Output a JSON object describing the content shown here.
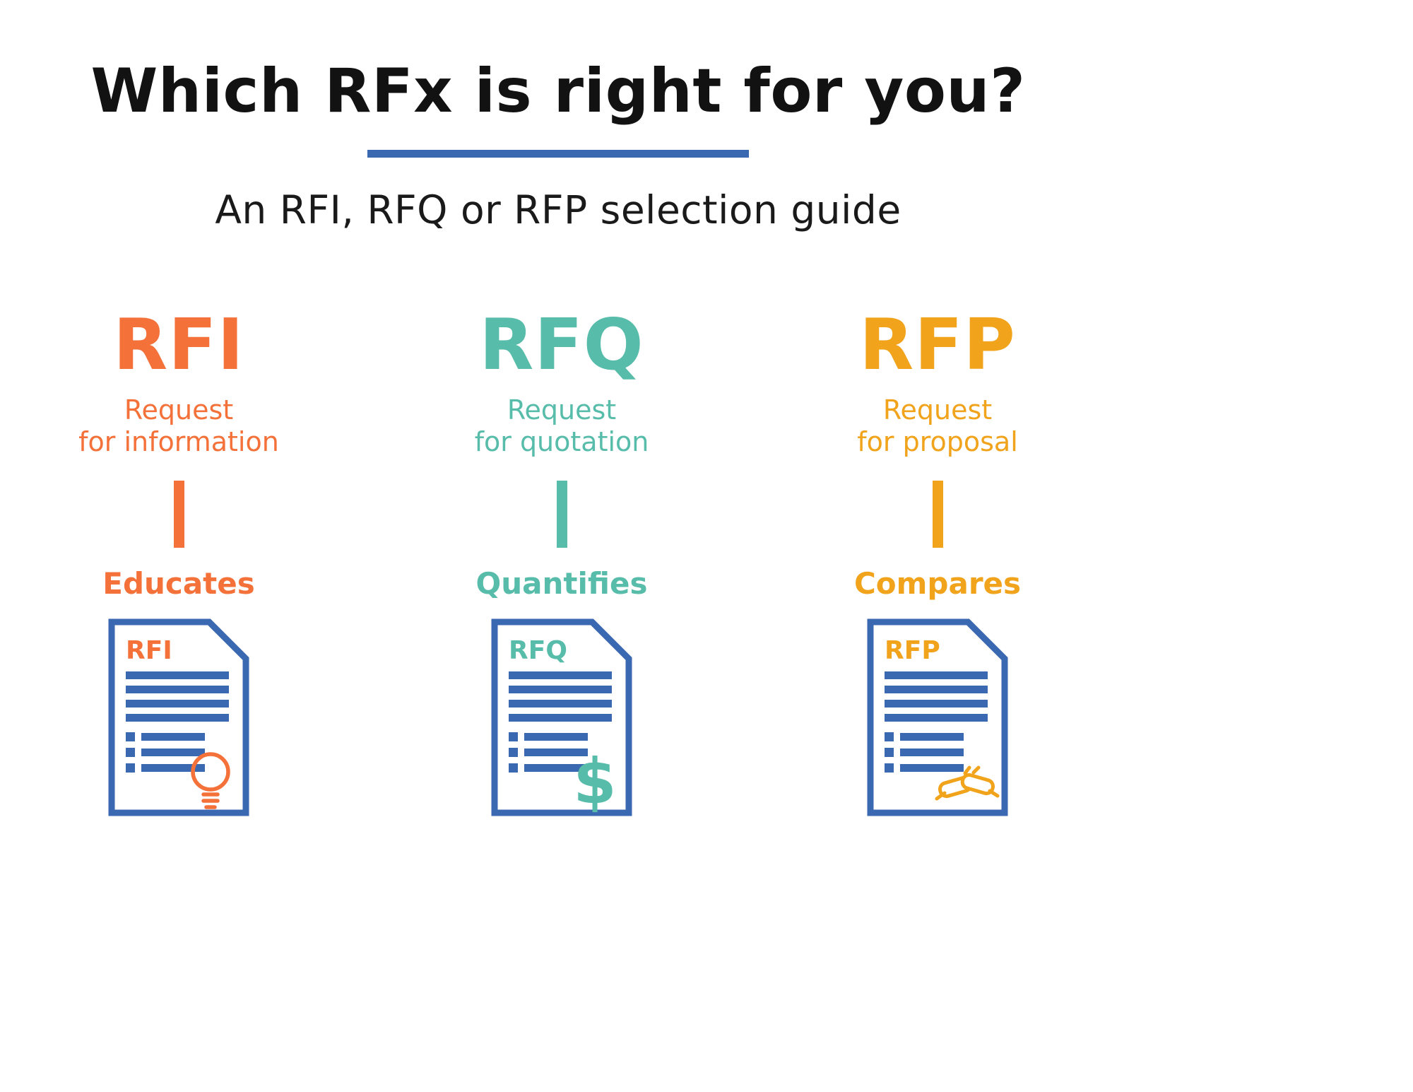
{
  "header": {
    "title": "Which RFx is right for you?",
    "subtitle": "An RFI, RFQ or RFP selection guide"
  },
  "colors": {
    "rfi_orange": "#F4713A",
    "rfq_teal": "#57BCA9",
    "rfp_gold": "#F0A31B",
    "accent_blue": "#3B69B1",
    "title_black": "#121212"
  },
  "columns": [
    {
      "acronym": "RFI",
      "name_line1": "Request",
      "name_line2": "for information",
      "keyword": "Educates",
      "doc_label": "RFI",
      "icon": "lightbulb-icon"
    },
    {
      "acronym": "RFQ",
      "name_line1": "Request",
      "name_line2": "for quotation",
      "keyword": "Quantifies",
      "doc_label": "RFQ",
      "icon": "dollar-icon",
      "icon_glyph": "$"
    },
    {
      "acronym": "RFP",
      "name_line1": "Request",
      "name_line2": "for proposal",
      "keyword": "Compares",
      "doc_label": "RFP",
      "icon": "handshake-icon"
    }
  ]
}
